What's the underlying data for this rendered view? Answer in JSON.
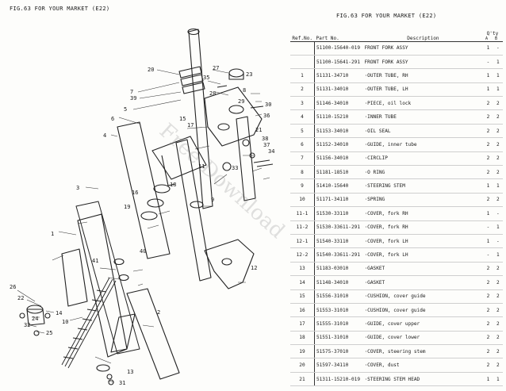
{
  "header": {
    "left_title": "FIG.63  FOR YOUR MARKET (E22)",
    "right_title": "FIG.63  FOR YOUR MARKET (E22)"
  },
  "watermark": "Free Download",
  "diagram": {
    "callouts": [
      "1",
      "2",
      "3",
      "4",
      "5",
      "6",
      "7",
      "8",
      "9",
      "10",
      "11",
      "12",
      "13",
      "14",
      "15",
      "16",
      "17",
      "18",
      "19",
      "20",
      "21",
      "22",
      "23",
      "24",
      "25",
      "26",
      "27",
      "28",
      "29",
      "30",
      "31",
      "32",
      "33",
      "34",
      "35",
      "36",
      "37",
      "38",
      "39",
      "40",
      "41"
    ]
  },
  "table": {
    "headers": {
      "ref": "Ref.No.",
      "part": "Part   No.",
      "desc": "Description",
      "qty": "Q'ty",
      "qty_sub": "A  B"
    },
    "rows": [
      {
        "ref": "",
        "part": "51100-15640-019",
        "desc": "FRONT FORK ASSY",
        "qa": "1",
        "qb": "-"
      },
      {
        "ref": "",
        "part": "51100-15641-291",
        "desc": "FRONT FORK ASSY",
        "qa": "-",
        "qb": "1"
      },
      {
        "ref": "1",
        "part": "51131-34710",
        "desc": "·OUTER TUBE, RH",
        "qa": "1",
        "qb": "1"
      },
      {
        "ref": "2",
        "part": "51131-34010",
        "desc": "·OUTER TUBE, LH",
        "qa": "1",
        "qb": "1"
      },
      {
        "ref": "3",
        "part": "51146-34010",
        "desc": "·PIECE, oil lock",
        "qa": "2",
        "qb": "2"
      },
      {
        "ref": "4",
        "part": "51110-15210",
        "desc": "·INNER TUBE",
        "qa": "2",
        "qb": "2"
      },
      {
        "ref": "5",
        "part": "51153-34010",
        "desc": "·OIL SEAL",
        "qa": "2",
        "qb": "2"
      },
      {
        "ref": "6",
        "part": "51152-34010",
        "desc": "·GUIDE, inner tube",
        "qa": "2",
        "qb": "2"
      },
      {
        "ref": "7",
        "part": "51156-34010",
        "desc": "·CIRCLIP",
        "qa": "2",
        "qb": "2"
      },
      {
        "ref": "8",
        "part": "51181-18510",
        "desc": "·O RING",
        "qa": "2",
        "qb": "2"
      },
      {
        "ref": "9",
        "part": "51410-15640",
        "desc": "·STEERING STEM",
        "qa": "1",
        "qb": "1"
      },
      {
        "ref": "10",
        "part": "51171-34110",
        "desc": "·SPRING",
        "qa": "2",
        "qb": "2"
      },
      {
        "ref": "11-1",
        "part": "51530-33110",
        "desc": "·COVER, fork RH",
        "qa": "1",
        "qb": "-"
      },
      {
        "ref": "11-2",
        "part": "51530-33611-291",
        "desc": "·COVER, fork RH",
        "qa": "-",
        "qb": "1"
      },
      {
        "ref": "12-1",
        "part": "51540-33110",
        "desc": "·COVER, fork LH",
        "qa": "1",
        "qb": "-"
      },
      {
        "ref": "12-2",
        "part": "51540-33611-291",
        "desc": "·COVER, fork LH",
        "qa": "-",
        "qb": "1"
      },
      {
        "ref": "13",
        "part": "51183-03010",
        "desc": "·GASKET",
        "qa": "2",
        "qb": "2"
      },
      {
        "ref": "14",
        "part": "51148-34010",
        "desc": "·GASKET",
        "qa": "2",
        "qb": "2"
      },
      {
        "ref": "15",
        "part": "51556-31010",
        "desc": "·CUSHION, cover guide",
        "qa": "2",
        "qb": "2"
      },
      {
        "ref": "16",
        "part": "51553-31010",
        "desc": "·CUSHION, cover guide",
        "qa": "2",
        "qb": "2"
      },
      {
        "ref": "17",
        "part": "51555-31010",
        "desc": "·GUIDE, cover upper",
        "qa": "2",
        "qb": "2"
      },
      {
        "ref": "18",
        "part": "51551-31010",
        "desc": "·GUIDE, cover lower",
        "qa": "2",
        "qb": "2"
      },
      {
        "ref": "19",
        "part": "51575-37010",
        "desc": "·COVER, steering stem",
        "qa": "2",
        "qb": "2"
      },
      {
        "ref": "20",
        "part": "51597-34110",
        "desc": "·COVER, dust",
        "qa": "2",
        "qb": "2"
      },
      {
        "ref": "21",
        "part": "51311-15210-019",
        "desc": "·STEERING STEM HEAD",
        "qa": "1",
        "qb": "1"
      }
    ]
  }
}
